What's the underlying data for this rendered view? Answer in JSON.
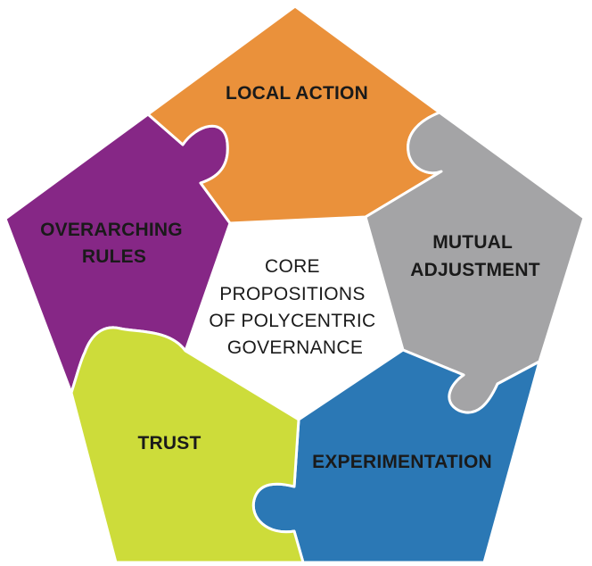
{
  "center": {
    "lines": [
      "CORE",
      "PROPOSITIONS",
      "OF POLYCENTRIC",
      "GOVERNANCE"
    ]
  },
  "pieces": {
    "local_action": {
      "lines": [
        "LOCAL ACTION"
      ],
      "color": "#EA913B"
    },
    "mutual_adjustment": {
      "lines": [
        "MUTUAL",
        "ADJUSTMENT"
      ],
      "color": "#A4A4A6"
    },
    "experimentation": {
      "lines": [
        "EXPERIMENTATION"
      ],
      "color": "#2B78B5"
    },
    "trust": {
      "lines": [
        "TRUST"
      ],
      "color": "#CDDC3A"
    },
    "overarching_rules": {
      "lines": [
        "OVERARCHING",
        "RULES"
      ],
      "color": "#862786"
    }
  }
}
